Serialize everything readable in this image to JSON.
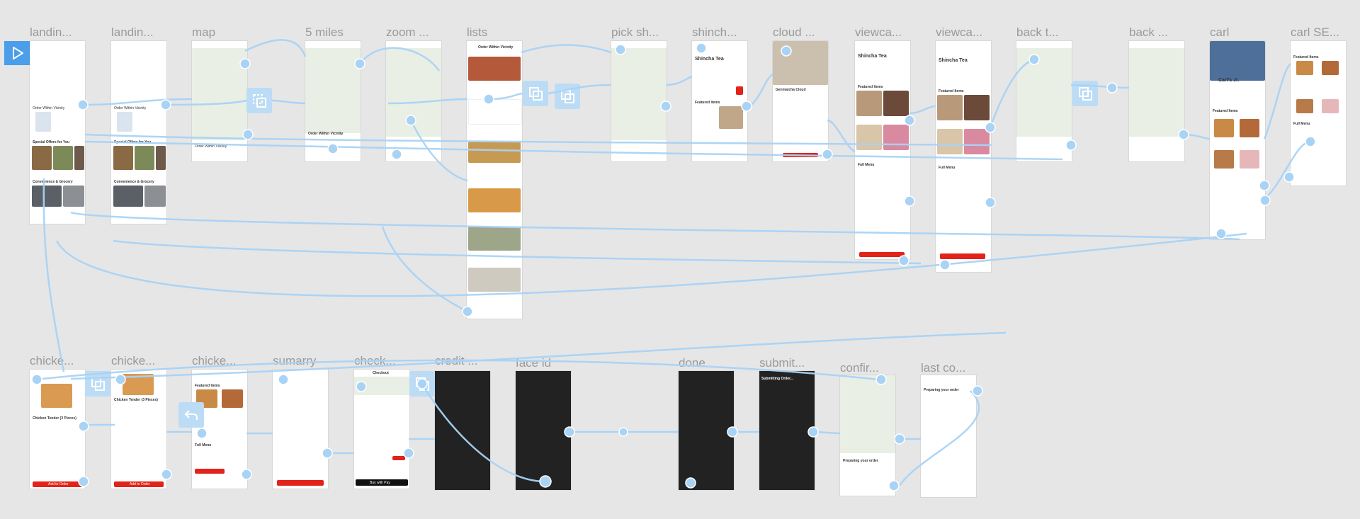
{
  "canvas": {
    "background": "#e6e6e6",
    "wire_color": "#a9d3f5"
  },
  "frames_top": [
    {
      "title": "landin...",
      "kind": "landing"
    },
    {
      "title": "landin...",
      "kind": "landing"
    },
    {
      "title": "map",
      "kind": "map"
    },
    {
      "title": "5 miles",
      "kind": "map"
    },
    {
      "title": "zoom ...",
      "kind": "map"
    },
    {
      "title": "lists",
      "kind": "list"
    },
    {
      "title": "pick sh...",
      "kind": "map"
    },
    {
      "title": "shinch...",
      "kind": "store"
    },
    {
      "title": "cloud ...",
      "kind": "item"
    },
    {
      "title": "viewca...",
      "kind": "store_tall"
    },
    {
      "title": "viewca...",
      "kind": "store_tall"
    },
    {
      "title": "back t...",
      "kind": "map"
    },
    {
      "title": "back ...",
      "kind": "map"
    },
    {
      "title": "carl",
      "kind": "carl"
    },
    {
      "title": "carl SE...",
      "kind": "carl_search"
    }
  ],
  "frames_bottom": [
    {
      "title": "chicke...",
      "kind": "item_detail"
    },
    {
      "title": "chicke...",
      "kind": "item_detail"
    },
    {
      "title": "chicke...",
      "kind": "carl"
    },
    {
      "title": "sumarry",
      "kind": "summary"
    },
    {
      "title": "check...",
      "kind": "checkout"
    },
    {
      "title": "credit ...",
      "kind": "dark"
    },
    {
      "title": "face id",
      "kind": "dark"
    },
    {
      "title": "done",
      "kind": "dark"
    },
    {
      "title": "submit...",
      "kind": "dark"
    },
    {
      "title": "confir...",
      "kind": "confirm"
    },
    {
      "title": "last co...",
      "kind": "last"
    }
  ],
  "mini": {
    "order_within": "Order Within Vicinity",
    "special_offers": "Special Offers for You",
    "convenience": "Convenience & Grocery",
    "featured": "Featured Items",
    "full_menu": "Full Menu",
    "shincha": "Shincha Tea",
    "genmaicha": "Genmaicha Cloud",
    "carls": "Carl's Jr.",
    "chicken_tender": "Chicken Tender (3 Pieces)",
    "add_to_order": "Add to Order",
    "buy_with_pay": "Buy with  Pay",
    "preparing": "Preparing your order",
    "submitting": "Submitting Order...",
    "checkout": "Checkout",
    "order_within_map": "Order Within Vicinity"
  }
}
